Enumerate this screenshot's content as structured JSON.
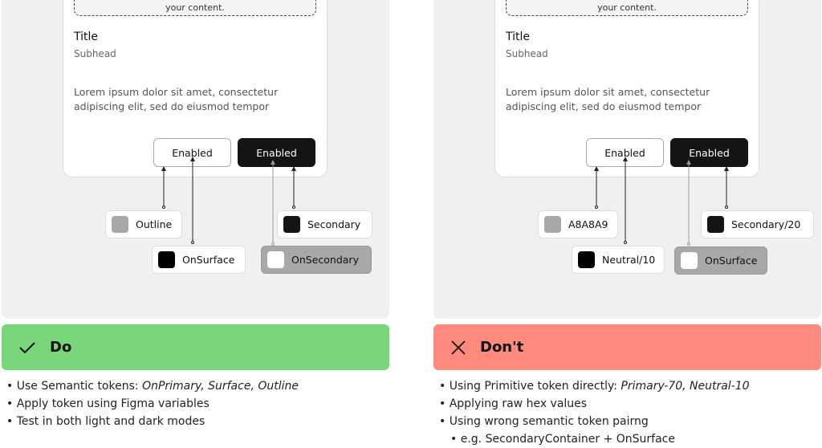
{
  "do": {
    "card": {
      "placeholder": "your content.",
      "title": "Title",
      "subhead": "Subhead",
      "body": "Lorem ipsum dolor sit amet, consectetur adipiscing elit, sed do eiusmod tempor",
      "outlined_button": "Enabled",
      "filled_button": "Enabled"
    },
    "tokens": [
      {
        "label": "Outline",
        "color": "#a8a8a9"
      },
      {
        "label": "OnSurface",
        "color": "#000000"
      },
      {
        "label": "Secondary",
        "color": "#141414"
      },
      {
        "label": "OnSecondary",
        "color": "#ffffff"
      }
    ],
    "banner": {
      "label": "Do",
      "icon": "check-icon",
      "color": "#79d67b"
    },
    "bullets": [
      {
        "text": "Use Semantic tokens: ",
        "em": "OnPrimary, Surface, Outline"
      },
      {
        "text": "Apply token using Figma variables"
      },
      {
        "text": "Test in both light and dark modes"
      }
    ]
  },
  "dont": {
    "card": {
      "placeholder": "your content.",
      "title": "Title",
      "subhead": "Subhead",
      "body": "Lorem ipsum dolor sit amet, consectetur adipiscing elit, sed do eiusmod tempor",
      "outlined_button": "Enabled",
      "filled_button": "Enabled"
    },
    "tokens": [
      {
        "label": "A8A8A9",
        "color": "#a8a8a9"
      },
      {
        "label": "Neutral/10",
        "color": "#000000"
      },
      {
        "label": "Secondary/20",
        "color": "#141414"
      },
      {
        "label": "OnSurface",
        "color": "#ffffff"
      }
    ],
    "banner": {
      "label": "Don't",
      "icon": "close-icon",
      "color": "#ff8a7e"
    },
    "bullets": [
      {
        "text": "Using Primitive token directly: ",
        "em": "Primary-70, Neutral-10"
      },
      {
        "text": "Applying raw hex values"
      },
      {
        "text": "Using wrong semantic token pairng"
      },
      {
        "text": "e.g. SecondaryContainer + OnSurface"
      }
    ]
  }
}
